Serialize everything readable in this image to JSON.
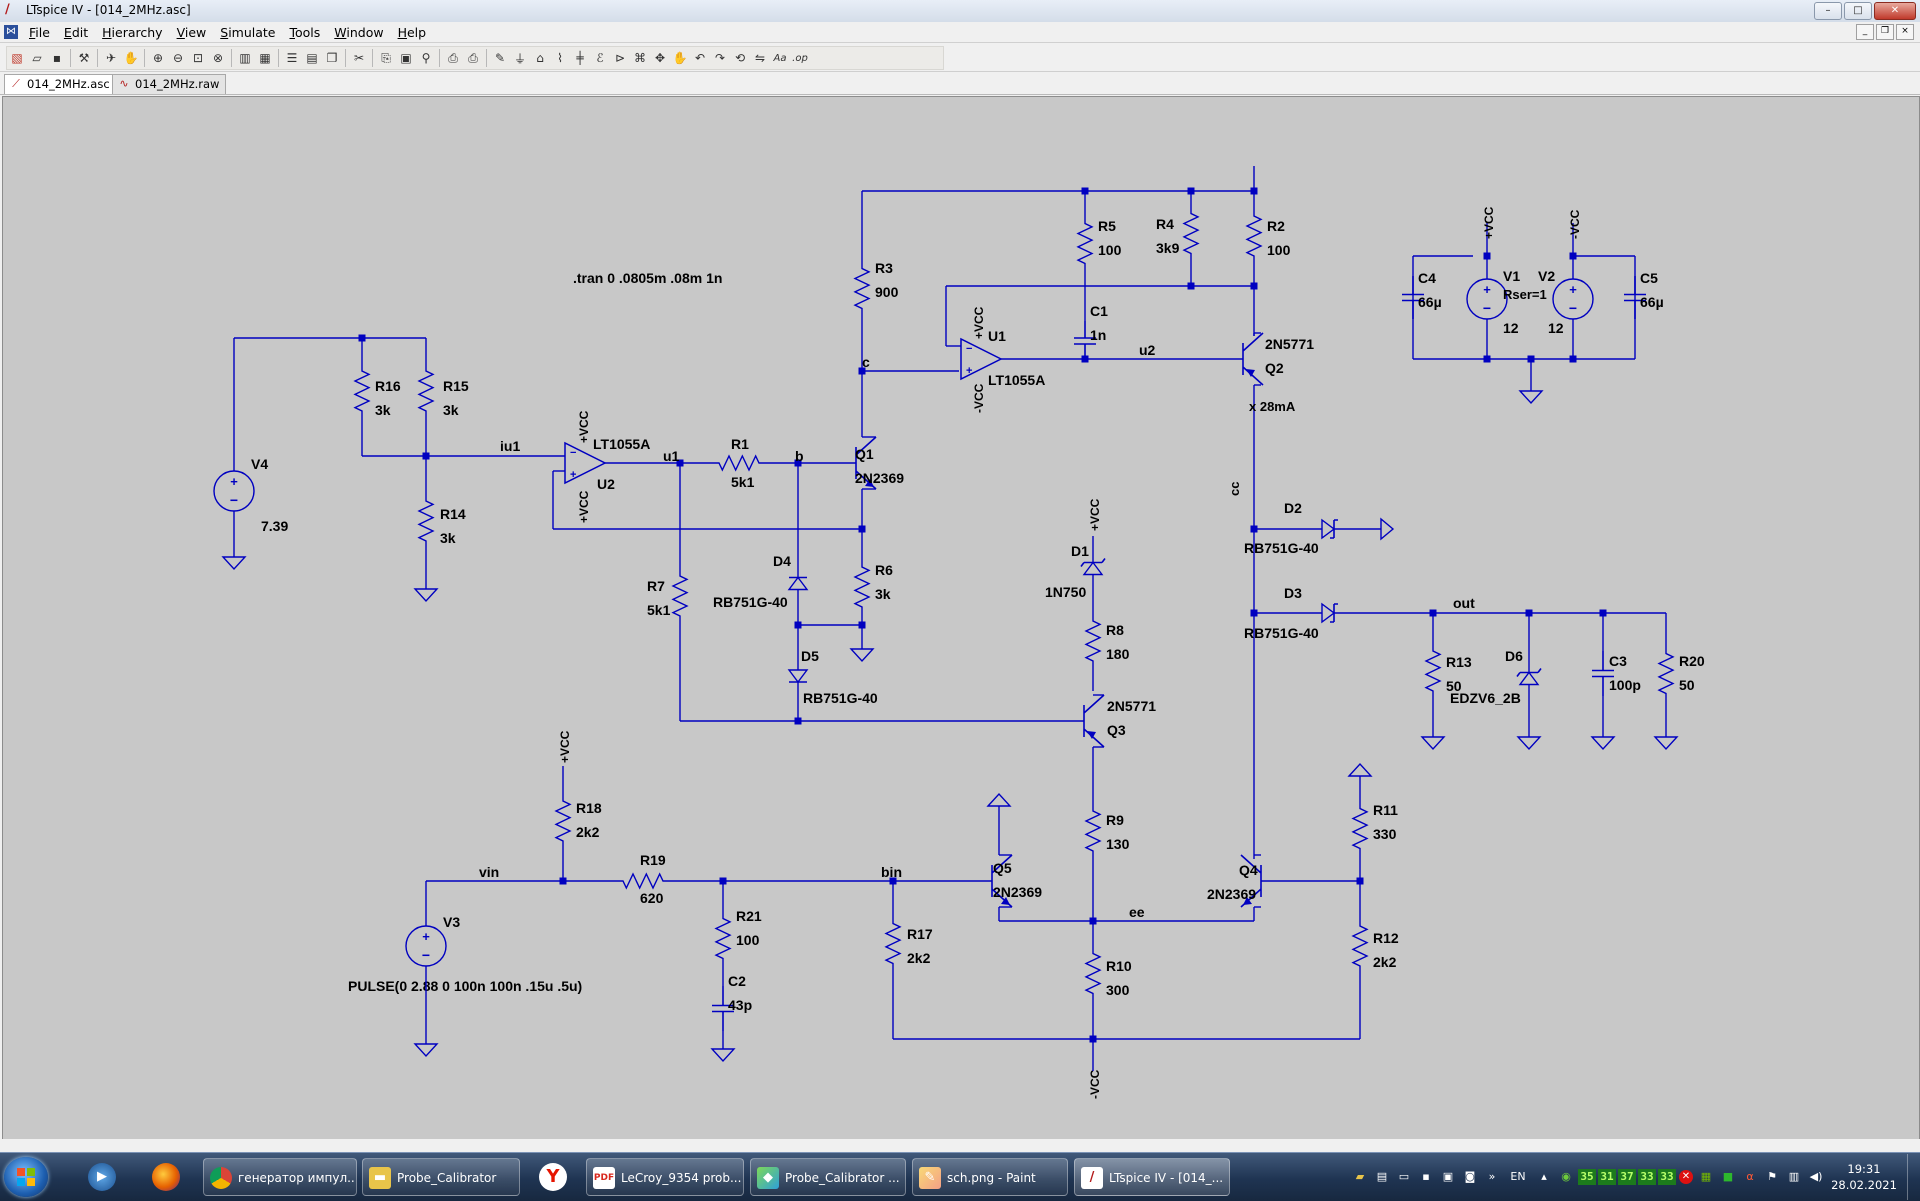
{
  "window": {
    "title": "LTspice IV - [014_2MHz.asc]",
    "controls": {
      "minimize": "–",
      "maximize": "□",
      "close": "✕"
    }
  },
  "menu": {
    "items": [
      {
        "label": "File"
      },
      {
        "label": "Edit"
      },
      {
        "label": "Hierarchy"
      },
      {
        "label": "View"
      },
      {
        "label": "Simulate"
      },
      {
        "label": "Tools"
      },
      {
        "label": "Window"
      },
      {
        "label": "Help"
      }
    ]
  },
  "toolbar": {
    "icons": [
      "new-schematic-icon",
      "open-icon",
      "save-icon",
      "control-panel-icon",
      "run-icon",
      "pan-icon",
      "zoom-in-icon",
      "zoom-out-icon",
      "zoom-fit-icon",
      "zoom-cancel-icon",
      "autorange-icon",
      "view-icon",
      "tile-horizontal-icon",
      "tile-vertical-icon",
      "cascade-icon",
      "cut-icon",
      "copy-icon",
      "paste-icon",
      "find-icon",
      "print-setup-icon",
      "print-icon",
      "wire-icon",
      "ground-icon",
      "label-net-icon",
      "resistor-icon",
      "capacitor-icon",
      "inductor-icon",
      "diode-icon",
      "component-icon",
      "move-icon",
      "drag-icon",
      "undo-icon",
      "redo-icon",
      "rotate-icon",
      "mirror-icon",
      "text-icon",
      "spice-directive-icon"
    ]
  },
  "tabs": [
    {
      "label": "014_2MHz.asc",
      "icon": "schematic-icon",
      "active": true
    },
    {
      "label": "014_2MHz.raw",
      "icon": "waveform-icon",
      "active": false
    }
  ],
  "schematic": {
    "directive": ".tran 0 .0805m .08m 1n",
    "components": [
      {
        "ref": "R3",
        "value": "900"
      },
      {
        "ref": "R5",
        "value": "100"
      },
      {
        "ref": "R4",
        "value": "3k9"
      },
      {
        "ref": "R2",
        "value": "100"
      },
      {
        "ref": "C1",
        "value": "1n"
      },
      {
        "ref": "U1",
        "value": "LT1055A"
      },
      {
        "ref": "Q2",
        "value": "2N5771"
      },
      {
        "ref": "R16",
        "value": "3k"
      },
      {
        "ref": "R15",
        "value": "3k"
      },
      {
        "ref": "R14",
        "value": "3k"
      },
      {
        "ref": "V4",
        "value": "7.39"
      },
      {
        "ref": "U2",
        "value": "LT1055A"
      },
      {
        "ref": "R1",
        "value": "5k1"
      },
      {
        "ref": "Q1",
        "value": "2N2369"
      },
      {
        "ref": "R6",
        "value": "3k"
      },
      {
        "ref": "D4",
        "value": "RB751G-40"
      },
      {
        "ref": "D5",
        "value": "RB751G-40"
      },
      {
        "ref": "R7",
        "value": "5k1"
      },
      {
        "ref": "D1",
        "value": "1N750"
      },
      {
        "ref": "R8",
        "value": "180"
      },
      {
        "ref": "Q3",
        "value": "2N5771"
      },
      {
        "ref": "R9",
        "value": "130"
      },
      {
        "ref": "R10",
        "value": "300"
      },
      {
        "ref": "D2",
        "value": "RB751G-40"
      },
      {
        "ref": "D3",
        "value": "RB751G-40"
      },
      {
        "ref": "R13",
        "value": "50"
      },
      {
        "ref": "D6",
        "value": "EDZV6_2B"
      },
      {
        "ref": "C3",
        "value": "100p"
      },
      {
        "ref": "R20",
        "value": "50"
      },
      {
        "ref": "C4",
        "value": "66µ"
      },
      {
        "ref": "V1",
        "value": "12"
      },
      {
        "ref": "V2",
        "value": "12"
      },
      {
        "ref": "C5",
        "value": "66µ"
      },
      {
        "ref": "R18",
        "value": "2k2"
      },
      {
        "ref": "R19",
        "value": "620"
      },
      {
        "ref": "R21",
        "value": "100"
      },
      {
        "ref": "C2",
        "value": "43p"
      },
      {
        "ref": "V3",
        "value": "PULSE(0 2.88 0 100n 100n .15u .5u)"
      },
      {
        "ref": "Q5",
        "value": "2N2369"
      },
      {
        "ref": "R17",
        "value": "2k2"
      },
      {
        "ref": "Q4",
        "value": "2N2369"
      },
      {
        "ref": "R11",
        "value": "330"
      },
      {
        "ref": "R12",
        "value": "2k2"
      }
    ],
    "nets": [
      "c",
      "u2",
      "iu1",
      "u1",
      "b",
      "cc",
      "out",
      "vin",
      "bin",
      "ee"
    ],
    "power_labels": {
      "vcc": "+VCC",
      "neg_vcc": "-VCC"
    },
    "rser_label": "Rser=1",
    "probe_readout": "x 28mA"
  },
  "taskbar": {
    "tasks": [
      {
        "label": "генератор импул...",
        "icon": "chrome-icon",
        "active": false
      },
      {
        "label": "Probe_Calibrator",
        "icon": "folder-icon",
        "active": false
      },
      {
        "label": "LeCroy_9354 prob...",
        "icon": "pdf-icon",
        "active": false
      },
      {
        "label": "Probe_Calibrator ...",
        "icon": "app-icon",
        "active": false
      },
      {
        "label": "sch.png - Paint",
        "icon": "paint-icon",
        "active": false
      },
      {
        "label": "LTspice IV - [014_...",
        "icon": "ltspice-icon",
        "active": true
      }
    ],
    "tray": {
      "language": "EN",
      "numbers": [
        "35",
        "31",
        "37",
        "33",
        "33"
      ],
      "time": "19:31",
      "date": "28.02.2021"
    }
  },
  "colors": {
    "canvas_bg": "#c8c8c8",
    "wire": "#0000c0",
    "component": "#0000c0",
    "text": "#000000",
    "junction": "#0000c0"
  }
}
